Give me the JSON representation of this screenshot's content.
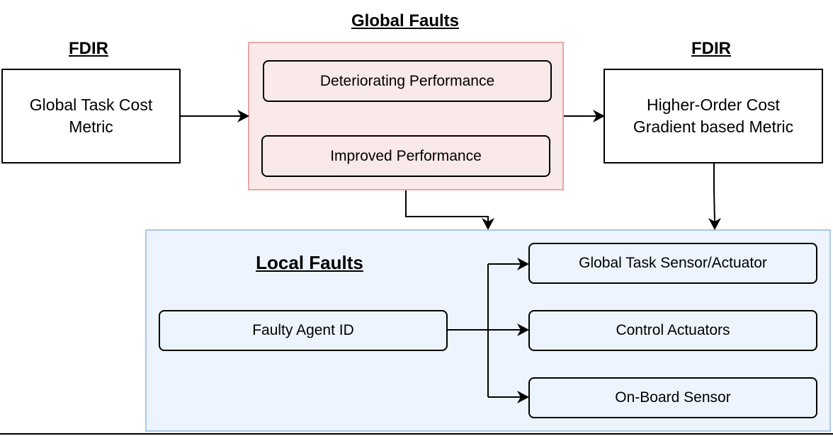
{
  "left_panel": {
    "heading": "FDIR",
    "box_text": "Global Task Cost Metric"
  },
  "global_faults": {
    "heading": "Global Faults",
    "items": [
      "Deteriorating Performance",
      "Improved Performance"
    ]
  },
  "right_panel": {
    "heading": "FDIR",
    "box_text": "Higher-Order Cost Gradient based Metric"
  },
  "local_faults": {
    "heading": "Local Faults",
    "source": "Faulty Agent ID",
    "targets": [
      "Global Task Sensor/Actuator",
      "Control Actuators",
      "On-Board Sensor"
    ]
  },
  "colors": {
    "global_fill": "#fae9e9",
    "global_border": "#e8a7a7",
    "local_fill": "#edf4fd",
    "local_border": "#aac7e8"
  }
}
